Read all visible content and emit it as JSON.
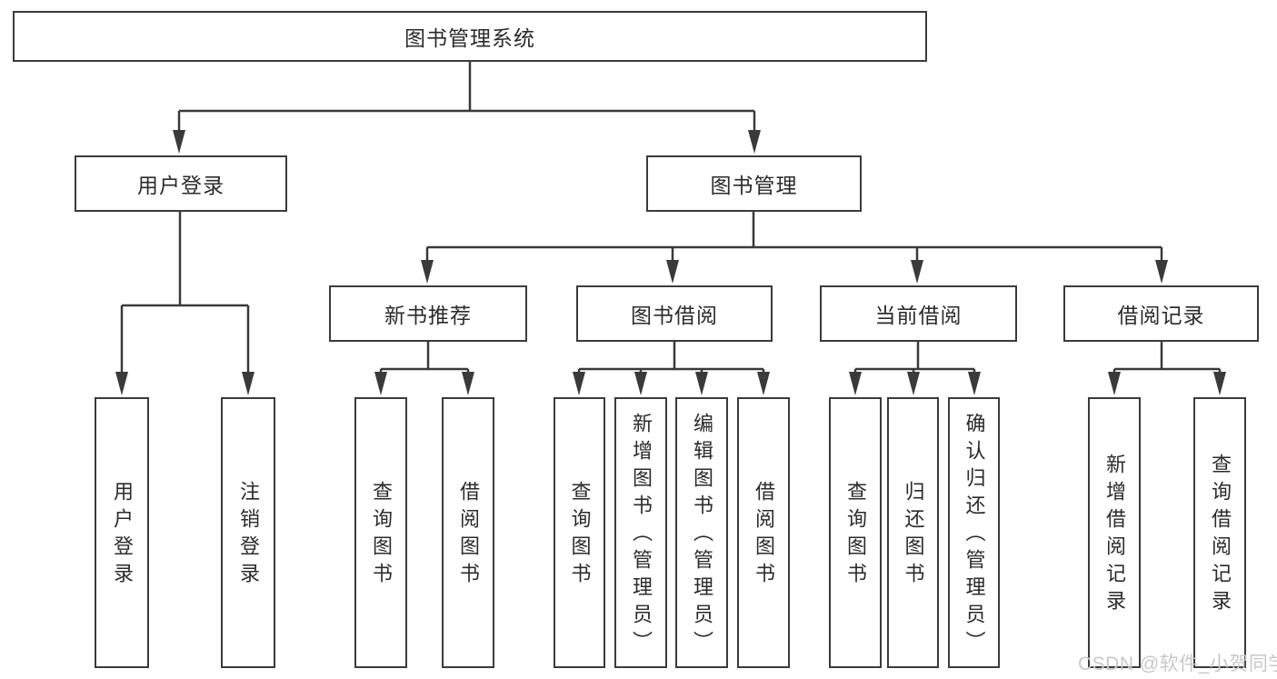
{
  "diagram": {
    "title": "图书管理系统",
    "root": {
      "label": "图书管理系统"
    },
    "level2": [
      {
        "label": "用户登录"
      },
      {
        "label": "图书管理"
      }
    ],
    "level3": [
      {
        "label": "新书推荐",
        "parent": "图书管理"
      },
      {
        "label": "图书借阅",
        "parent": "图书管理"
      },
      {
        "label": "当前借阅",
        "parent": "图书管理"
      },
      {
        "label": "借阅记录",
        "parent": "图书管理"
      }
    ],
    "level4": [
      {
        "label": "用户登录",
        "parent": "用户登录"
      },
      {
        "label": "注销登录",
        "parent": "用户登录"
      },
      {
        "label": "查询图书",
        "parent": "新书推荐"
      },
      {
        "label": "借阅图书",
        "parent": "新书推荐"
      },
      {
        "label": "查询图书",
        "parent": "图书借阅"
      },
      {
        "label": "新增图书（管理员）",
        "parent": "图书借阅"
      },
      {
        "label": "编辑图书（管理员）",
        "parent": "图书借阅"
      },
      {
        "label": "借阅图书",
        "parent": "图书借阅"
      },
      {
        "label": "查询图书",
        "parent": "当前借阅"
      },
      {
        "label": "归还图书",
        "parent": "当前借阅"
      },
      {
        "label": "确认归还（管理员）",
        "parent": "当前借阅"
      },
      {
        "label": "新增借阅记录",
        "parent": "借阅记录"
      },
      {
        "label": "查询借阅记录",
        "parent": "借阅记录"
      }
    ],
    "watermark": "CSDN @软件_小贺同学",
    "colors": {
      "line": "#3a3a3a",
      "box_border": "#3b3b3b",
      "box_bg": "#ffffff",
      "text": "#2b2b2b",
      "watermark": "#c8c8c8"
    }
  }
}
